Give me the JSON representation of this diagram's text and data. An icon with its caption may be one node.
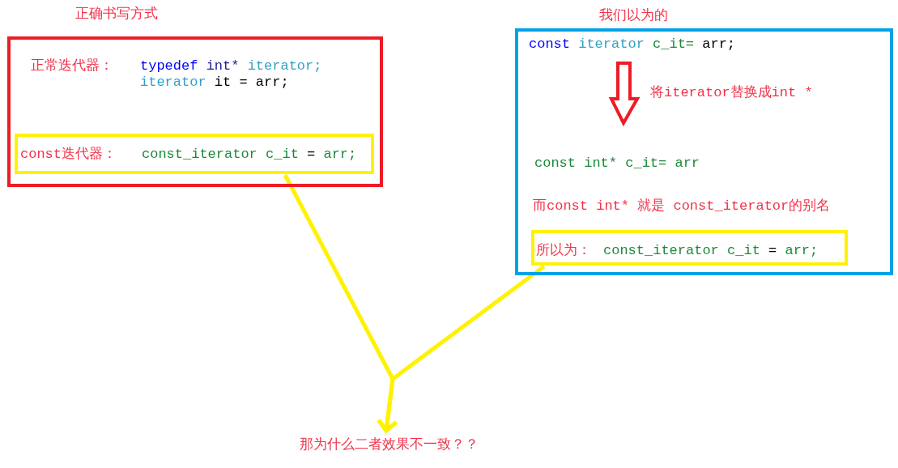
{
  "diagram": {
    "nodes": [
      {
        "text": [
          "正确书写方式",
          "正常迭代器：",
          "typedef int* iterator; iterator it = arr;"
        ]
      },
      {
        "text": [
          "const迭代器：",
          "const_iterator c_it = arr;"
        ],
        "in": 0
      },
      {
        "text": [
          "我们以为的",
          "const iterator c_it= arr;",
          "将iterator替换成int *",
          "const int* c_it= arr",
          "而const int* 就是 const_iterator的别名"
        ]
      },
      {
        "text": [
          "所以为：",
          "const_iterator c_it = arr;"
        ],
        "in": 2
      },
      {
        "text": [
          "那为什么二者效果不一致？？"
        ]
      }
    ],
    "edges": [
      {
        "from": 1,
        "to": 4,
        "arrow": "to"
      },
      {
        "from": 3,
        "to": 4,
        "arrow": "to"
      }
    ]
  }
}
